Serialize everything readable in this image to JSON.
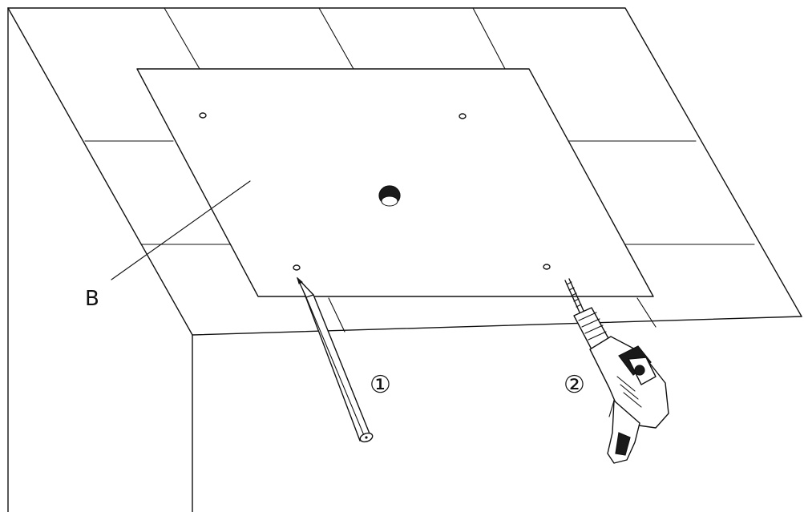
{
  "figure": {
    "part_label": "B",
    "step_1": "①",
    "step_2": "②"
  },
  "colors": {
    "line": "#111111",
    "background": "#ffffff"
  },
  "icons": [
    "pencil-icon",
    "power-drill-icon"
  ]
}
